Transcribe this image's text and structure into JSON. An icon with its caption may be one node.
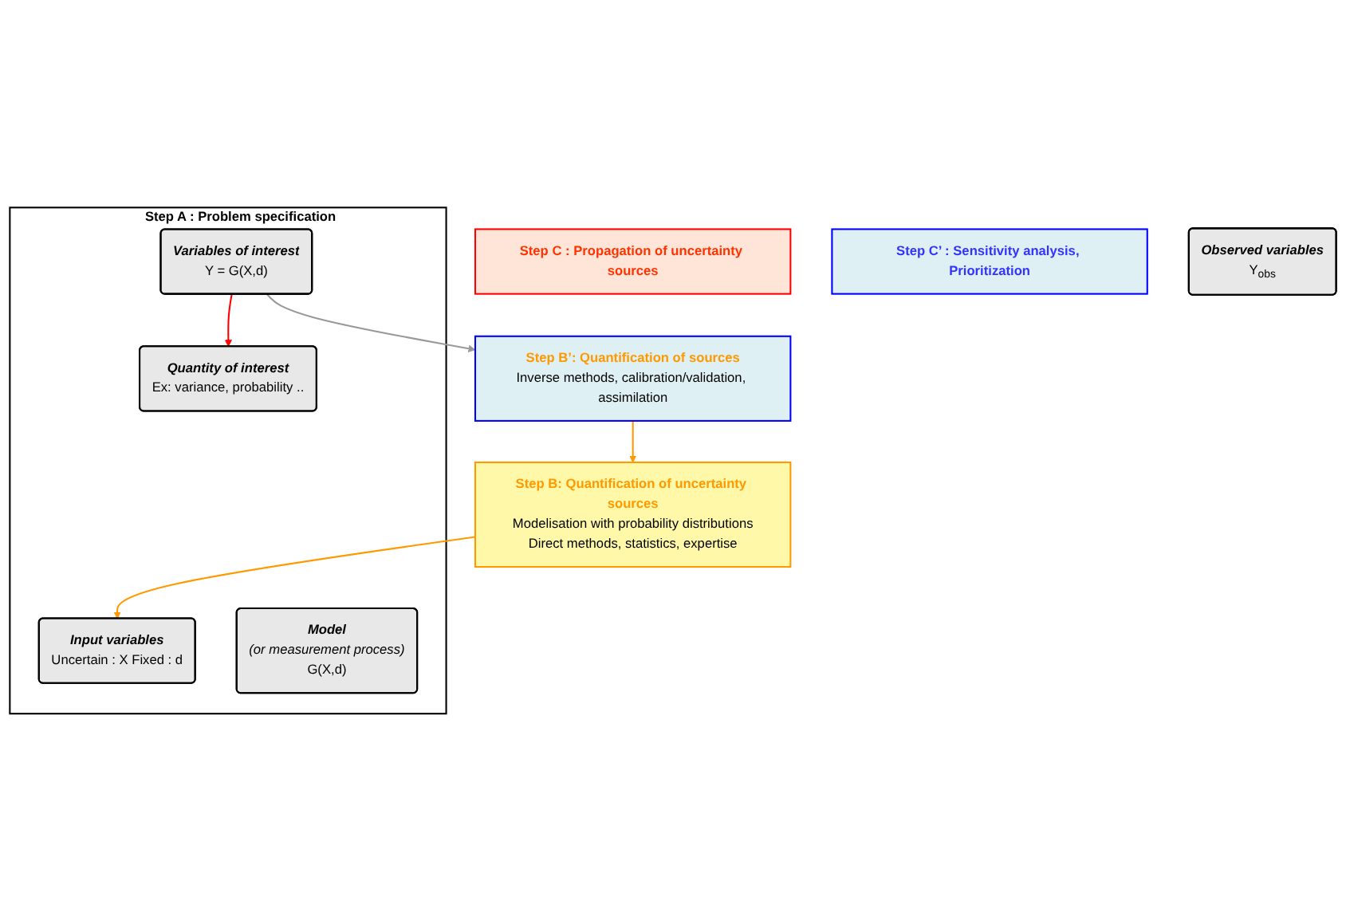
{
  "diagram": {
    "nodes": [
      {
        "text": [
          "Step C : Propagation of uncertainty sources"
        ]
      },
      {
        "text": [
          "Step B: Quantification of uncertainty sources",
          "Modelisation with probability distributions",
          "Direct methods, statistics, expertise"
        ]
      },
      {
        "text": [
          "Step A : Problem specification"
        ]
      },
      {
        "text": [
          "Input variables",
          "Uncertain : X Fixed : d"
        ],
        "in": 2
      },
      {
        "text": [
          "Model",
          "(or measurement process)",
          "G(X,d)"
        ],
        "in": 2
      },
      {
        "text": [
          "Variables of interest",
          "Y = G(X,d)"
        ],
        "in": 2
      },
      {
        "text": [
          "Quantity of interest",
          "Ex: variance, probability .."
        ],
        "in": 2
      },
      {
        "text": [
          "Step C’ : Sensitivity analysis, Prioritization"
        ]
      },
      {
        "text": [
          "Step B’: Quantification of sources",
          "Inverse methods, calibration/validation, assimilation"
        ]
      },
      {
        "text": [
          "Observed variables",
          "Y$_{obs}$"
        ]
      }
    ],
    "edges": [
      {
        "from": 1,
        "to": 3,
        "arrow": "to",
        "color": "#ff9900"
      },
      {
        "from": 5,
        "to": 6,
        "arrow": "to",
        "color": "#ff0000"
      },
      {
        "from": 5,
        "to": 8,
        "arrow": "to",
        "color": "#999999"
      },
      {
        "from": 8,
        "to": 1,
        "arrow": "to",
        "color": "#ff9900"
      }
    ]
  }
}
